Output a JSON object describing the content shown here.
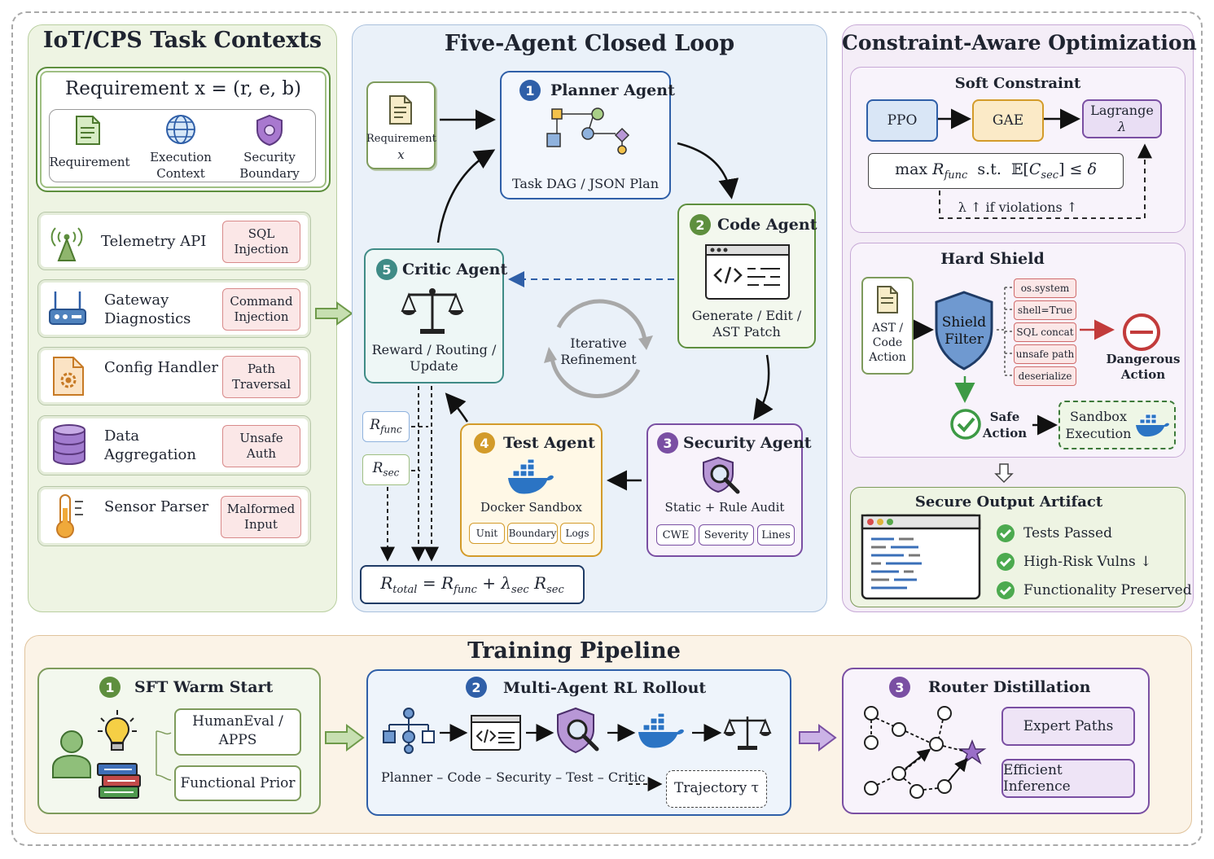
{
  "panels": {
    "left": {
      "title": "IoT/CPS Task Contexts"
    },
    "center": {
      "title": "Five-Agent Closed Loop"
    },
    "right": {
      "title": "Constraint-Aware Optimization"
    },
    "bottom": {
      "title": "Training Pipeline"
    }
  },
  "requirement_box": {
    "title": "Requirement x = (r, e, b)",
    "items": [
      {
        "label": "Requirement",
        "icon": "document-icon"
      },
      {
        "label": "Execution Context",
        "icon": "globe-icon"
      },
      {
        "label": "Security Boundary",
        "icon": "shield-icon"
      }
    ]
  },
  "tasks": [
    {
      "label": "Telemetry API",
      "risk": "SQL Injection",
      "icon": "antenna-icon"
    },
    {
      "label": "Gateway Diagnostics",
      "risk": "Command Injection",
      "icon": "router-icon"
    },
    {
      "label": "Config Handler",
      "risk": "Path Traversal",
      "icon": "gear-file-icon"
    },
    {
      "label": "Data Aggregation",
      "risk": "Unsafe Auth",
      "icon": "database-icon"
    },
    {
      "label": "Sensor Parser",
      "risk": "Malformed Input",
      "icon": "thermometer-icon"
    }
  ],
  "loop": {
    "input": {
      "label": "Requirement",
      "var": "x"
    },
    "planner": {
      "num": "1",
      "title": "Planner Agent",
      "caption": "Task DAG / JSON Plan"
    },
    "code": {
      "num": "2",
      "title": "Code Agent",
      "caption1": "Generate / Edit /",
      "caption2": "AST Patch"
    },
    "security": {
      "num": "3",
      "title": "Security Agent",
      "caption": "Static + Rule Audit",
      "chips": [
        "CWE",
        "Severity",
        "Lines"
      ]
    },
    "test": {
      "num": "4",
      "title": "Test Agent",
      "caption": "Docker Sandbox",
      "chips": [
        "Unit",
        "Boundary",
        "Logs"
      ]
    },
    "critic": {
      "num": "5",
      "title": "Critic Agent",
      "caption1": "Reward / Routing /",
      "caption2": "Update"
    },
    "center_label1": "Iterative",
    "center_label2": "Refinement",
    "r_func": "R_func",
    "r_sec": "R_sec",
    "r_total": "R_total = R_func + λ_sec R_sec"
  },
  "soft": {
    "title": "Soft Constraint",
    "ppo": "PPO",
    "gae": "GAE",
    "lagrange1": "Lagrange",
    "lagrange2": "λ",
    "objective": "max R_func  s.t.  E[C_sec] ≤ δ",
    "update": "λ ↑ if violations ↑"
  },
  "hard": {
    "title": "Hard Shield",
    "input1": "AST /",
    "input2": "Code",
    "input3": "Action",
    "filter1": "Shield",
    "filter2": "Filter",
    "patterns": [
      "os.system",
      "shell=True",
      "SQL concat",
      "unsafe path",
      "deserialize"
    ],
    "danger1": "Dangerous",
    "danger2": "Action",
    "safe1": "Safe",
    "safe2": "Action",
    "sandbox1": "Sandbox",
    "sandbox2": "Execution"
  },
  "output": {
    "title": "Secure Output Artifact",
    "items": [
      "Tests Passed",
      "High-Risk Vulns ↓",
      "Functionality Preserved"
    ]
  },
  "pipeline": {
    "stage1": {
      "num": "1",
      "title": "SFT Warm Start",
      "data1a": "HumanEval /",
      "data1b": "APPS",
      "data2": "Functional Prior"
    },
    "stage2": {
      "num": "2",
      "title": "Multi-Agent RL Rollout",
      "flow": "Planner – Code – Security – Test – Critic",
      "trajectory": "Trajectory τ"
    },
    "stage3": {
      "num": "3",
      "title": "Router Distillation",
      "out1": "Expert Paths",
      "out2": "Efficient Inference"
    }
  },
  "colors": {
    "green": "#5e8f3e",
    "blue": "#2f5fa8",
    "teal": "#3f8b86",
    "purple": "#7a4fa3",
    "gold": "#d39b2a",
    "red": "#c23b3b"
  }
}
